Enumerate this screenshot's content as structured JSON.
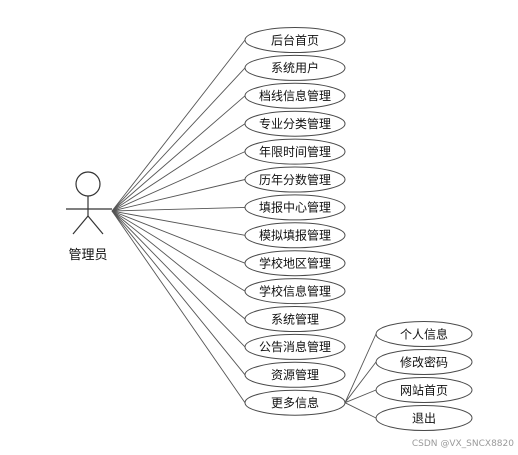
{
  "actor": {
    "label": "管理员"
  },
  "use_cases": [
    {
      "id": "home",
      "label": "后台首页"
    },
    {
      "id": "system-users",
      "label": "系统用户"
    },
    {
      "id": "cutoff-score",
      "label": "档线信息管理"
    },
    {
      "id": "major-category",
      "label": "专业分类管理"
    },
    {
      "id": "duration",
      "label": "年限时间管理"
    },
    {
      "id": "historical-scores",
      "label": "历年分数管理"
    },
    {
      "id": "application-center",
      "label": "填报中心管理"
    },
    {
      "id": "mock-application",
      "label": "模拟填报管理"
    },
    {
      "id": "school-region",
      "label": "学校地区管理"
    },
    {
      "id": "school-info",
      "label": "学校信息管理"
    },
    {
      "id": "system-mgmt",
      "label": "系统管理"
    },
    {
      "id": "announcements",
      "label": "公告消息管理"
    },
    {
      "id": "resources",
      "label": "资源管理"
    },
    {
      "id": "more-info",
      "label": "更多信息"
    }
  ],
  "sub_use_cases": [
    {
      "id": "personal-info",
      "label": "个人信息"
    },
    {
      "id": "change-password",
      "label": "修改密码"
    },
    {
      "id": "site-home",
      "label": "网站首页"
    },
    {
      "id": "logout",
      "label": "退出"
    }
  ],
  "watermark": "CSDN @VX_SNCX8820"
}
